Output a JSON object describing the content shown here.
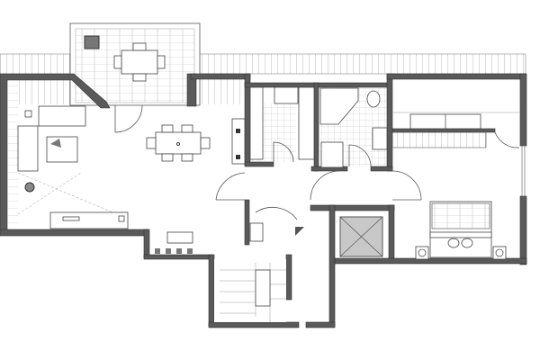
{
  "plan": {
    "colors": {
      "wall": "#5a5a5a",
      "line": "#555555",
      "background": "#ffffff",
      "tile": "#bbbbbb",
      "elevator": "#c8c8c8"
    },
    "rooms": [
      "balcony",
      "living-room",
      "dining-area",
      "kitchen",
      "bathroom",
      "bedroom",
      "hallway",
      "stairwell",
      "elevator"
    ]
  }
}
